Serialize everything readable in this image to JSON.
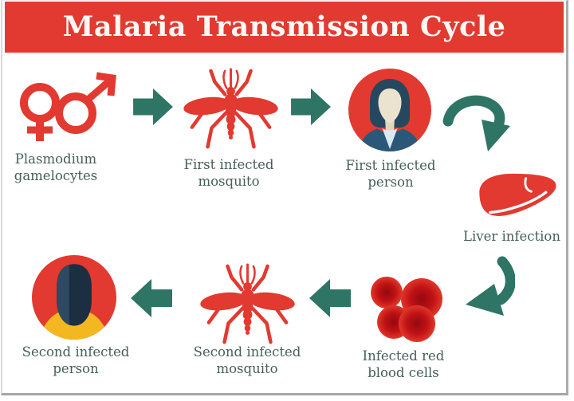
{
  "title": "Malaria Transmission Cycle",
  "colors": {
    "banner_red": "#e23a30",
    "icon_red": "#e23a30",
    "arrow_teal": "#2f7566",
    "label_text": "#465f59",
    "card_background": "#ffffff",
    "hair_navy": "#26485f",
    "suit_navy": "#2b5878",
    "skin_cream": "#ece2d0",
    "shirt_light_blue": "#dde9f2",
    "shirt_yellow": "#f3b722",
    "blood_cell_core": "#94090f"
  },
  "nodes": {
    "gametocytes": {
      "line1": "Plasmodium",
      "line2": "gamelocytes",
      "icon": "gender-symbols-icon"
    },
    "first_mosquito": {
      "line1": "First infected",
      "line2": "mosquito",
      "icon": "mosquito-icon"
    },
    "first_person": {
      "line1": "First infected",
      "line2": "person",
      "icon": "woman-avatar-icon"
    },
    "liver": {
      "line1": "Liver infection",
      "line2": "",
      "icon": "liver-icon"
    },
    "blood_cells": {
      "line1": "Infected red",
      "line2": "blood cells",
      "icon": "red-blood-cells-icon"
    },
    "second_mosquito": {
      "line1": "Second infected",
      "line2": "mosquito",
      "icon": "mosquito-icon"
    },
    "second_person": {
      "line1": "Second infected",
      "line2": "person",
      "icon": "man-avatar-icon"
    }
  },
  "flow_order": [
    "gametocytes",
    "first_mosquito",
    "first_person",
    "liver",
    "blood_cells",
    "second_mosquito",
    "second_person"
  ]
}
